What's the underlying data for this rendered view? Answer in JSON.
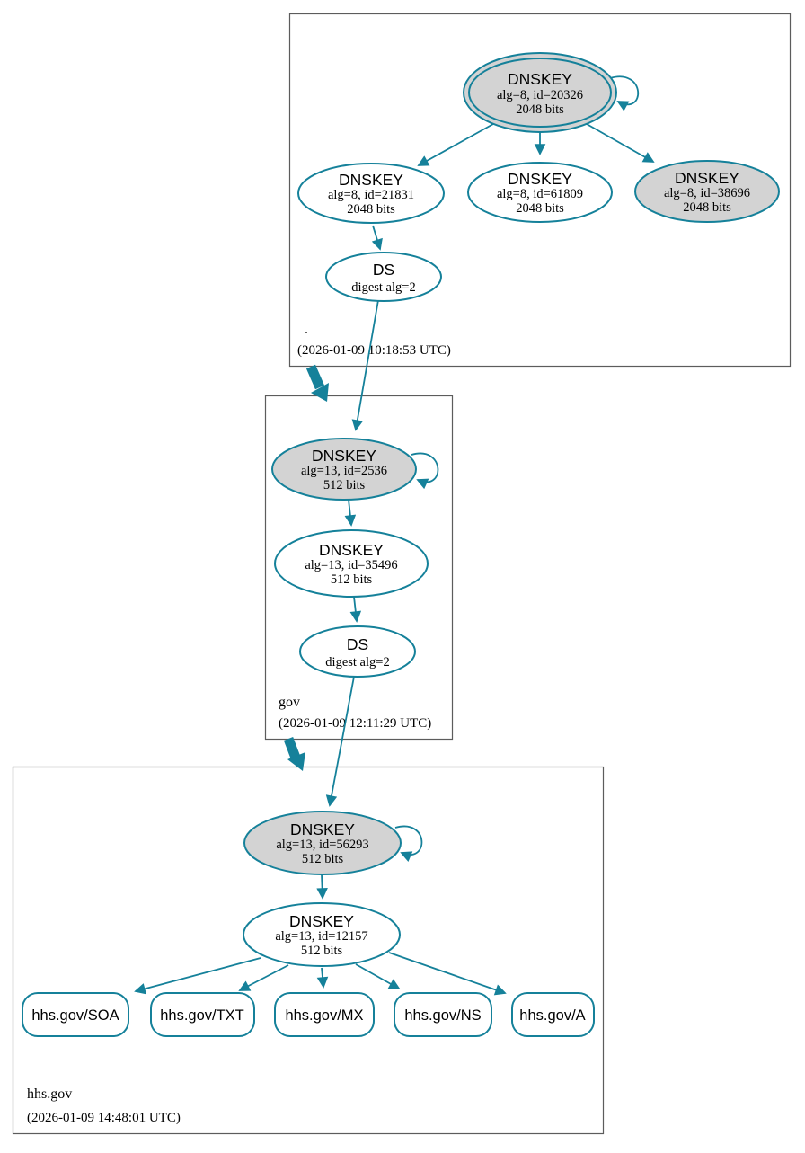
{
  "colors": {
    "edge": "#15819a",
    "node_stroke": "#15819a",
    "ksk_fill": "#d3d3d3",
    "node_fill": "#ffffff",
    "cluster_border": "#5c5c5c",
    "text": "#000000"
  },
  "zones": [
    {
      "label": ".",
      "timestamp": "(2026-01-09 10:18:53 UTC)",
      "ksk": {
        "title": "DNSKEY",
        "detail": "alg=8, id=20326",
        "bits": "2048 bits",
        "filled": true,
        "trust_anchor": true,
        "self_signed": true
      },
      "zsk1": {
        "title": "DNSKEY",
        "detail": "alg=8, id=21831",
        "bits": "2048 bits",
        "filled": false
      },
      "zsk2": {
        "title": "DNSKEY",
        "detail": "alg=8, id=61809",
        "bits": "2048 bits",
        "filled": false
      },
      "zsk3": {
        "title": "DNSKEY",
        "detail": "alg=8, id=38696",
        "bits": "2048 bits",
        "filled": true
      },
      "ds": {
        "title": "DS",
        "detail": "digest alg=2"
      }
    },
    {
      "label": "gov",
      "timestamp": "(2026-01-09 12:11:29 UTC)",
      "ksk": {
        "title": "DNSKEY",
        "detail": "alg=13, id=2536",
        "bits": "512 bits",
        "filled": true,
        "self_signed": true
      },
      "zsk": {
        "title": "DNSKEY",
        "detail": "alg=13, id=35496",
        "bits": "512 bits",
        "filled": false
      },
      "ds": {
        "title": "DS",
        "detail": "digest alg=2"
      }
    },
    {
      "label": "hhs.gov",
      "timestamp": "(2026-01-09 14:48:01 UTC)",
      "ksk": {
        "title": "DNSKEY",
        "detail": "alg=13, id=56293",
        "bits": "512 bits",
        "filled": true,
        "self_signed": true
      },
      "zsk": {
        "title": "DNSKEY",
        "detail": "alg=13, id=12157",
        "bits": "512 bits",
        "filled": false
      },
      "rrsets": [
        {
          "label": "hhs.gov/SOA"
        },
        {
          "label": "hhs.gov/TXT"
        },
        {
          "label": "hhs.gov/MX"
        },
        {
          "label": "hhs.gov/NS"
        },
        {
          "label": "hhs.gov/A"
        }
      ]
    }
  ]
}
